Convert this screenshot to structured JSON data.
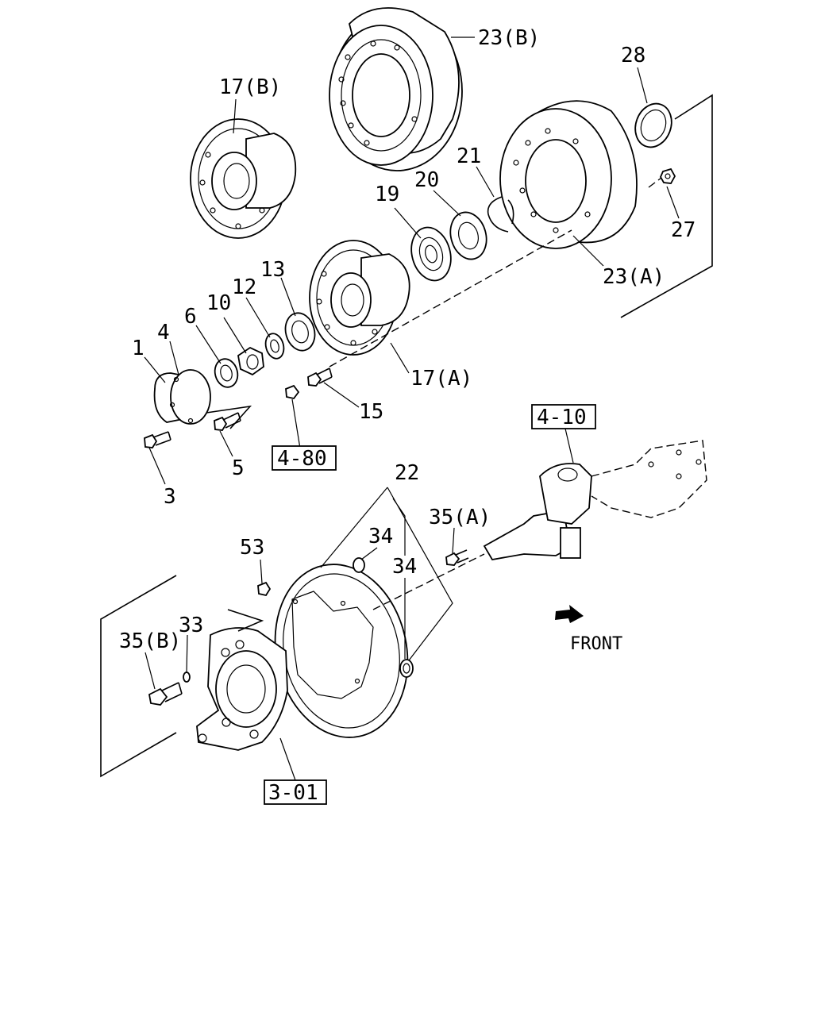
{
  "labels": {
    "p1": "1",
    "p3": "3",
    "p4": "4",
    "p5": "5",
    "p6": "6",
    "p10": "10",
    "p12": "12",
    "p13": "13",
    "p15": "15",
    "p17a": "17(A)",
    "p17b": "17(B)",
    "p19": "19",
    "p20": "20",
    "p21": "21",
    "p22": "22",
    "p23a": "23(A)",
    "p23b": "23(B)",
    "p27": "27",
    "p28": "28",
    "p33": "33",
    "p34a": "34",
    "p34b": "34",
    "p35a": "35(A)",
    "p35b": "35(B)",
    "p53": "53"
  },
  "refs": {
    "r480": "4-80",
    "r410": "4-10",
    "r301": "3-01"
  },
  "direction": {
    "front": "FRONT"
  }
}
